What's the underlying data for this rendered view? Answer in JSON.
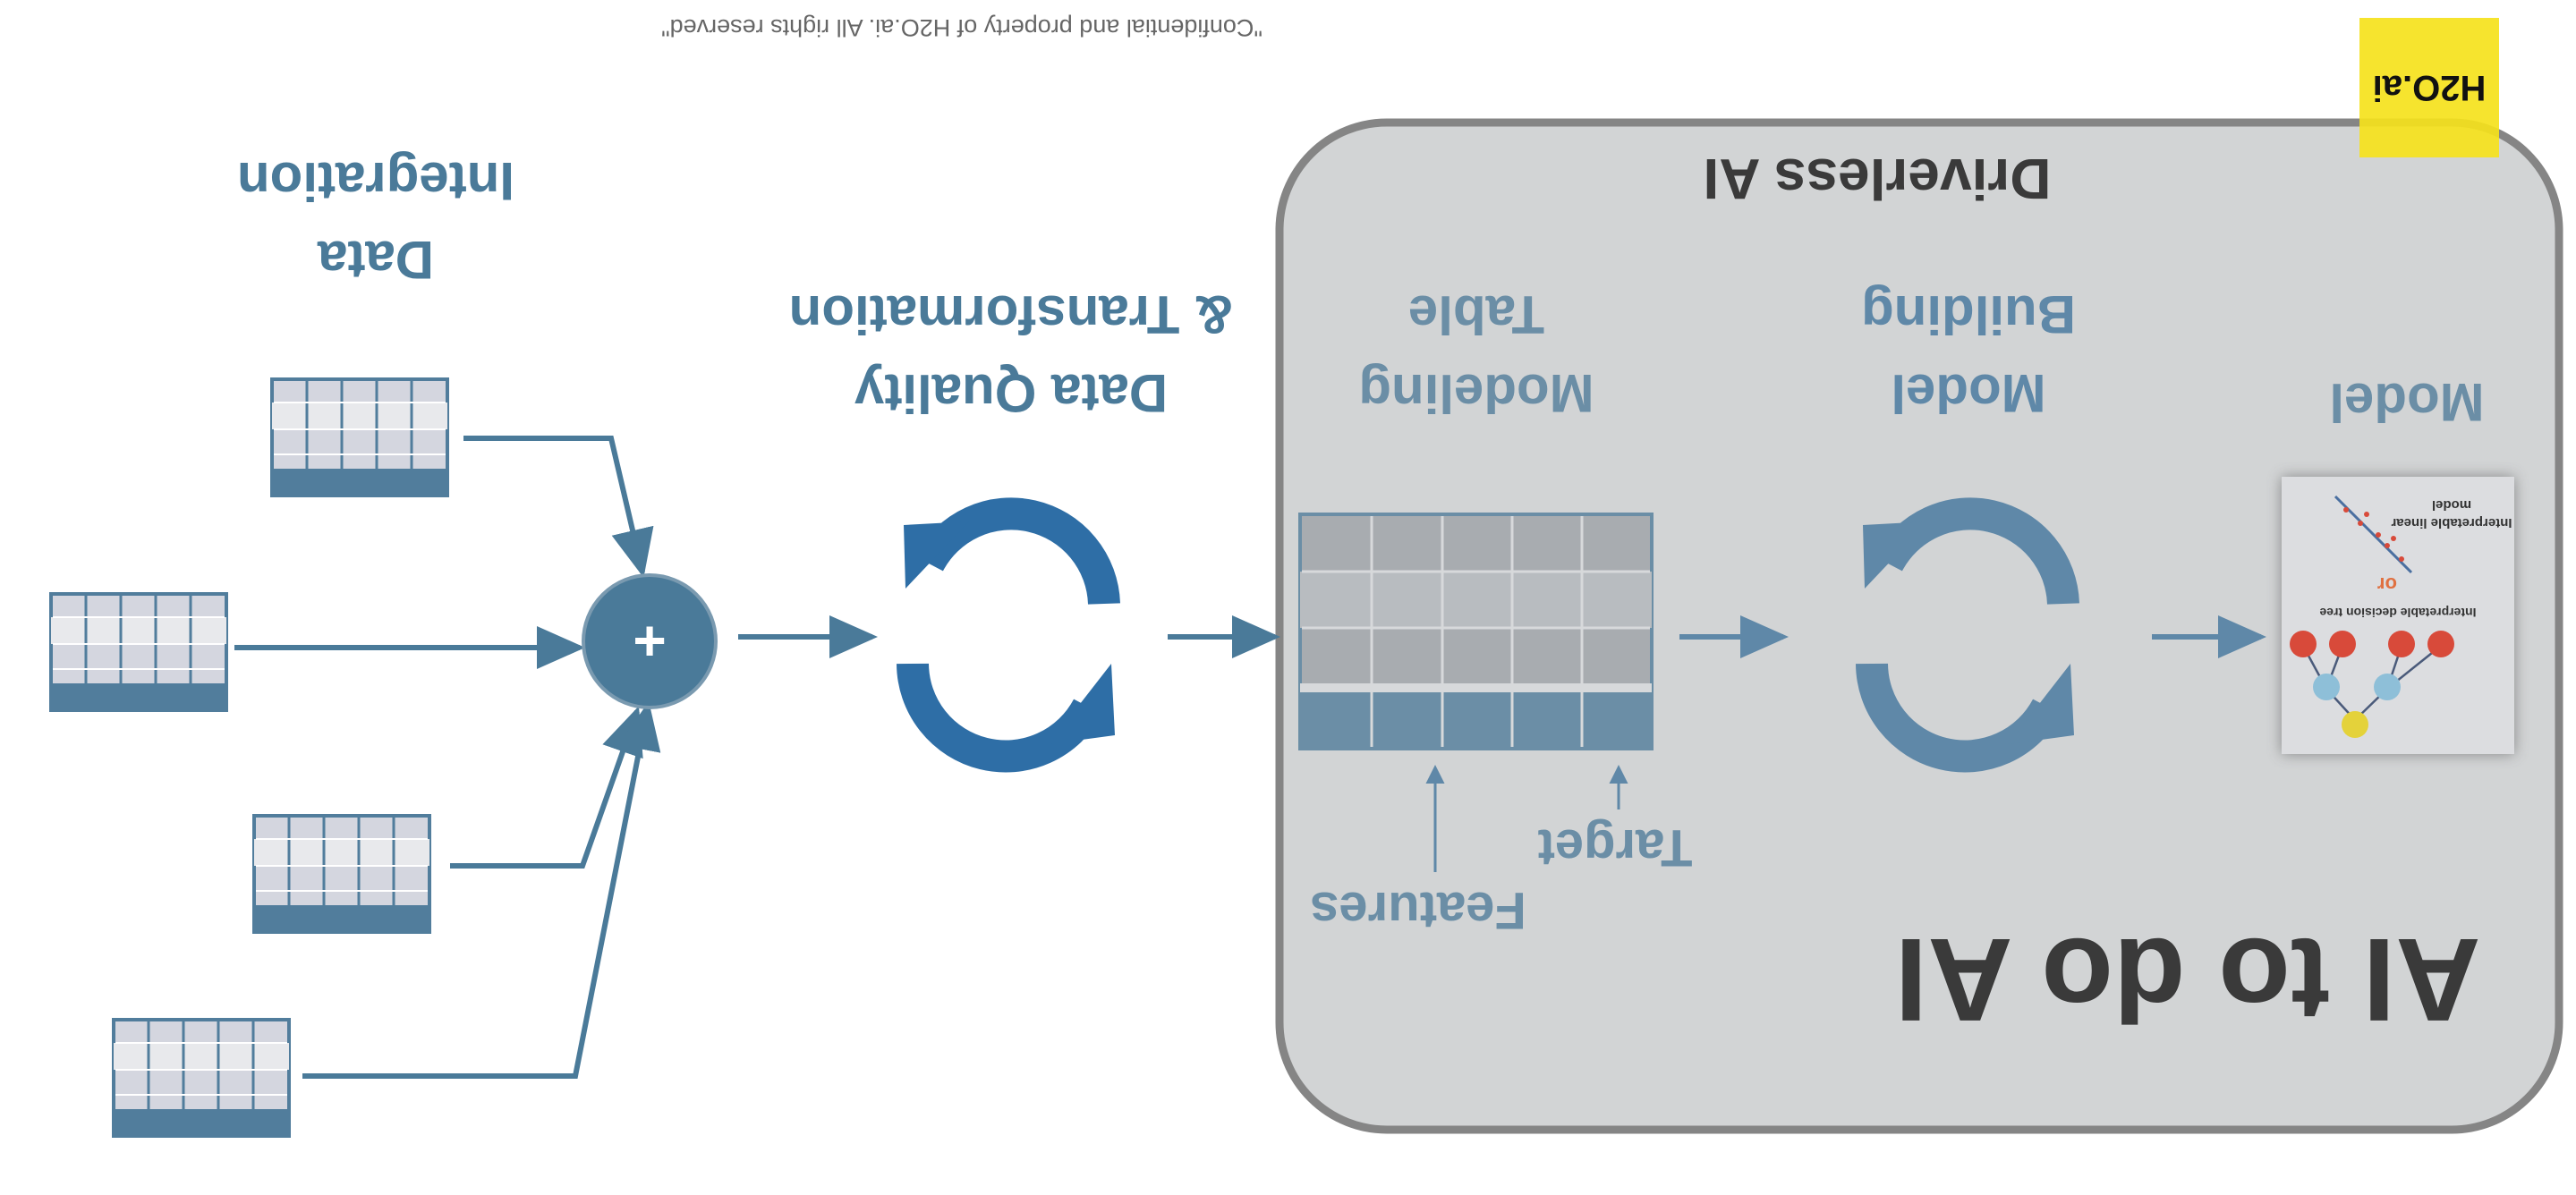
{
  "header": {
    "confidential_notice": "\"Confidential and property of H2O.ai. All rights reserved\""
  },
  "logo": {
    "text": "H2O.ai",
    "bg_color": "#f5e21c"
  },
  "left": {
    "data_integration_title": [
      "Data",
      "Integration"
    ],
    "data_quality_title": [
      "Data Quality",
      "& Transformation"
    ],
    "merge_symbol": "+"
  },
  "driverless": {
    "title": "Driverless AI",
    "modeling_table_title": [
      "Modeling",
      "Table"
    ],
    "model_building_title": [
      "Model",
      "Building"
    ],
    "model_title": "Model",
    "features_label": "Features",
    "target_label": "Target",
    "tagline": "AI to do AI",
    "thumbnail": {
      "linear_label": [
        "Interpretable linear",
        "model"
      ],
      "or_label": "or",
      "tree_label": "Interpretable decision tree"
    }
  },
  "colors": {
    "left_blue": "#4a7a99",
    "sync_blue": "#2e6ea6",
    "panel_bg": "#d2d4d5",
    "panel_border": "#858585",
    "panel_blue": "#5f88a8",
    "dark_text": "#3a3a3a",
    "table_header": "#517d9c"
  }
}
